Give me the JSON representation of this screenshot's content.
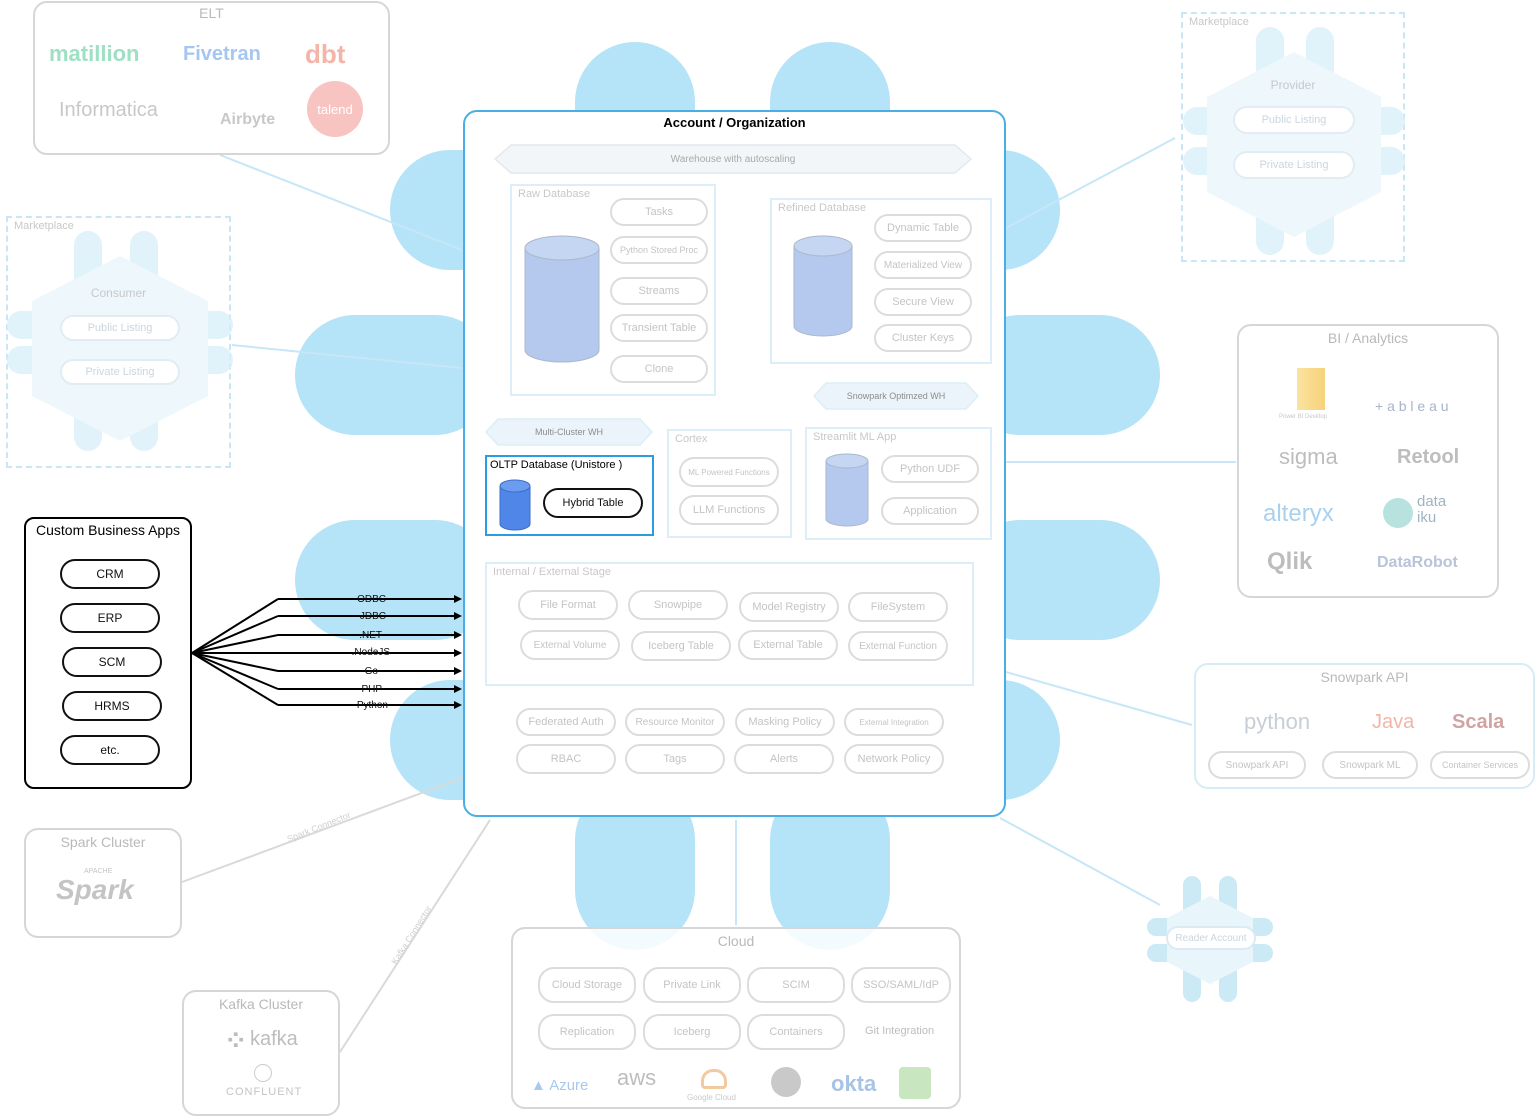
{
  "elt": {
    "title": "ELT",
    "logos": [
      "matillion",
      "Fivetran",
      "dbt",
      "Informatica",
      "Airbyte",
      "talend"
    ]
  },
  "consumer_marketplace": {
    "tag": "Marketplace",
    "title": "Consumer",
    "items": [
      "Public Listing",
      "Private Listing"
    ]
  },
  "provider_marketplace": {
    "tag": "Marketplace",
    "title": "Provider",
    "items": [
      "Public Listing",
      "Private Listing"
    ]
  },
  "custom_apps": {
    "title": "Custom Business Apps",
    "items": [
      "CRM",
      "ERP",
      "SCM",
      "HRMS",
      "etc."
    ]
  },
  "connectors": [
    "ODBC",
    "JDBC",
    ".NET",
    ".NodeJS",
    "Go",
    "PHP",
    "Python"
  ],
  "account": {
    "title": "Account / Organization",
    "warehouse": "Warehouse with autoscaling",
    "raw_db": {
      "title": "Raw Database",
      "items": [
        "Tasks",
        "Python Stored Proc",
        "Streams",
        "Transient Table",
        "Clone"
      ]
    },
    "refined_db": {
      "title": "Refined Database",
      "items": [
        "Dynamic Table",
        "Materialized View",
        "Secure View",
        "Cluster Keys"
      ]
    },
    "snowpark_wh": "Snowpark Optimzed WH",
    "multi_cluster_wh": "Multi-Cluster WH",
    "oltp": {
      "title": "OLTP Database (Unistore )",
      "item": "Hybrid Table"
    },
    "cortex": {
      "title": "Cortex",
      "items": [
        "ML Powered Functions",
        "LLM Functions"
      ]
    },
    "streamlit": {
      "title": "Streamlit ML App",
      "items": [
        "Python UDF",
        "Application"
      ]
    },
    "stage": {
      "title": "Internal / External Stage",
      "items": [
        "File Format",
        "Snowpipe",
        "Model Registry",
        "FileSystem",
        "External Volume",
        "Iceberg Table",
        "External Table",
        "External Function"
      ]
    },
    "governance": [
      "Federated Auth",
      "Resource Monitor",
      "Masking Policy",
      "External Integration",
      "RBAC",
      "Tags",
      "Alerts",
      "Network Policy"
    ]
  },
  "bi": {
    "title": "BI / Analytics",
    "logos": [
      "Power BI Desktop",
      "+ a b l e a u",
      "sigma",
      "Retool",
      "alteryx",
      "data iku",
      "Qlik",
      "DataRobot"
    ]
  },
  "snowpark_api": {
    "title": "Snowpark API",
    "logos": [
      "python",
      "Java",
      "Scala"
    ],
    "items": [
      "Snowpark API",
      "Snowpark ML",
      "Container Services"
    ]
  },
  "reader": "Reader Account",
  "spark": {
    "title": "Spark Cluster",
    "logo": "Spark",
    "connector": "Spark Connector",
    "apache": "APACHE"
  },
  "kafka": {
    "title": "Kafka Cluster",
    "logo": "kafka",
    "sub": "CONFLUENT",
    "connector": "Kafka Connector"
  },
  "cloud": {
    "title": "Cloud",
    "items": [
      "Cloud Storage",
      "Private Link",
      "SCIM",
      "SSO/SAML/IdP",
      "Replication",
      "Iceberg",
      "Containers",
      "Git Integration"
    ],
    "logos": [
      "Azure",
      "aws",
      "Google Cloud",
      "okta"
    ]
  },
  "colors": {
    "snowflake": "#b5e3f7",
    "account_border": "#4aaee5",
    "oltp_border": "#2d9be0",
    "cyl_light": "#b5c9ef",
    "cyl_dark": "#4f86e8"
  }
}
